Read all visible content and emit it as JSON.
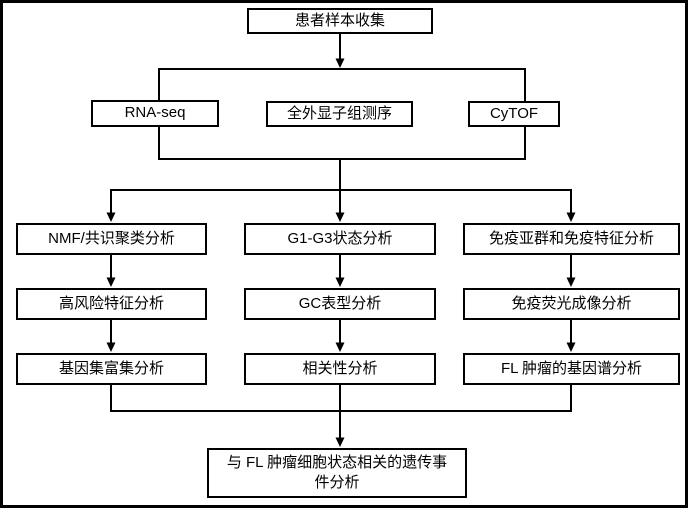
{
  "canvas": {
    "background": "#ffffff",
    "line_color": "#000000",
    "box_fill": "#ffffff",
    "text_color": "#000000"
  },
  "flowchart": {
    "root": {
      "label": "患者样本收集"
    },
    "sequencing_group": [
      {
        "label": "RNA-seq"
      },
      {
        "label": "全外显子组测序"
      },
      {
        "label": "CyTOF"
      }
    ],
    "analysis_columns": [
      {
        "steps": [
          "NMF/共识聚类分析",
          "高风险特征分析",
          "基因集富集分析"
        ]
      },
      {
        "steps": [
          "G1-G3状态分析",
          "GC表型分析",
          "相关性分析"
        ]
      },
      {
        "steps": [
          "免疫亚群和免疫特征分析",
          "免疫荧光成像分析",
          "FL 肿瘤的基因谱分析"
        ]
      }
    ],
    "final": {
      "label": "与 FL 肿瘤细胞状态相关的遗传事件分析"
    }
  }
}
